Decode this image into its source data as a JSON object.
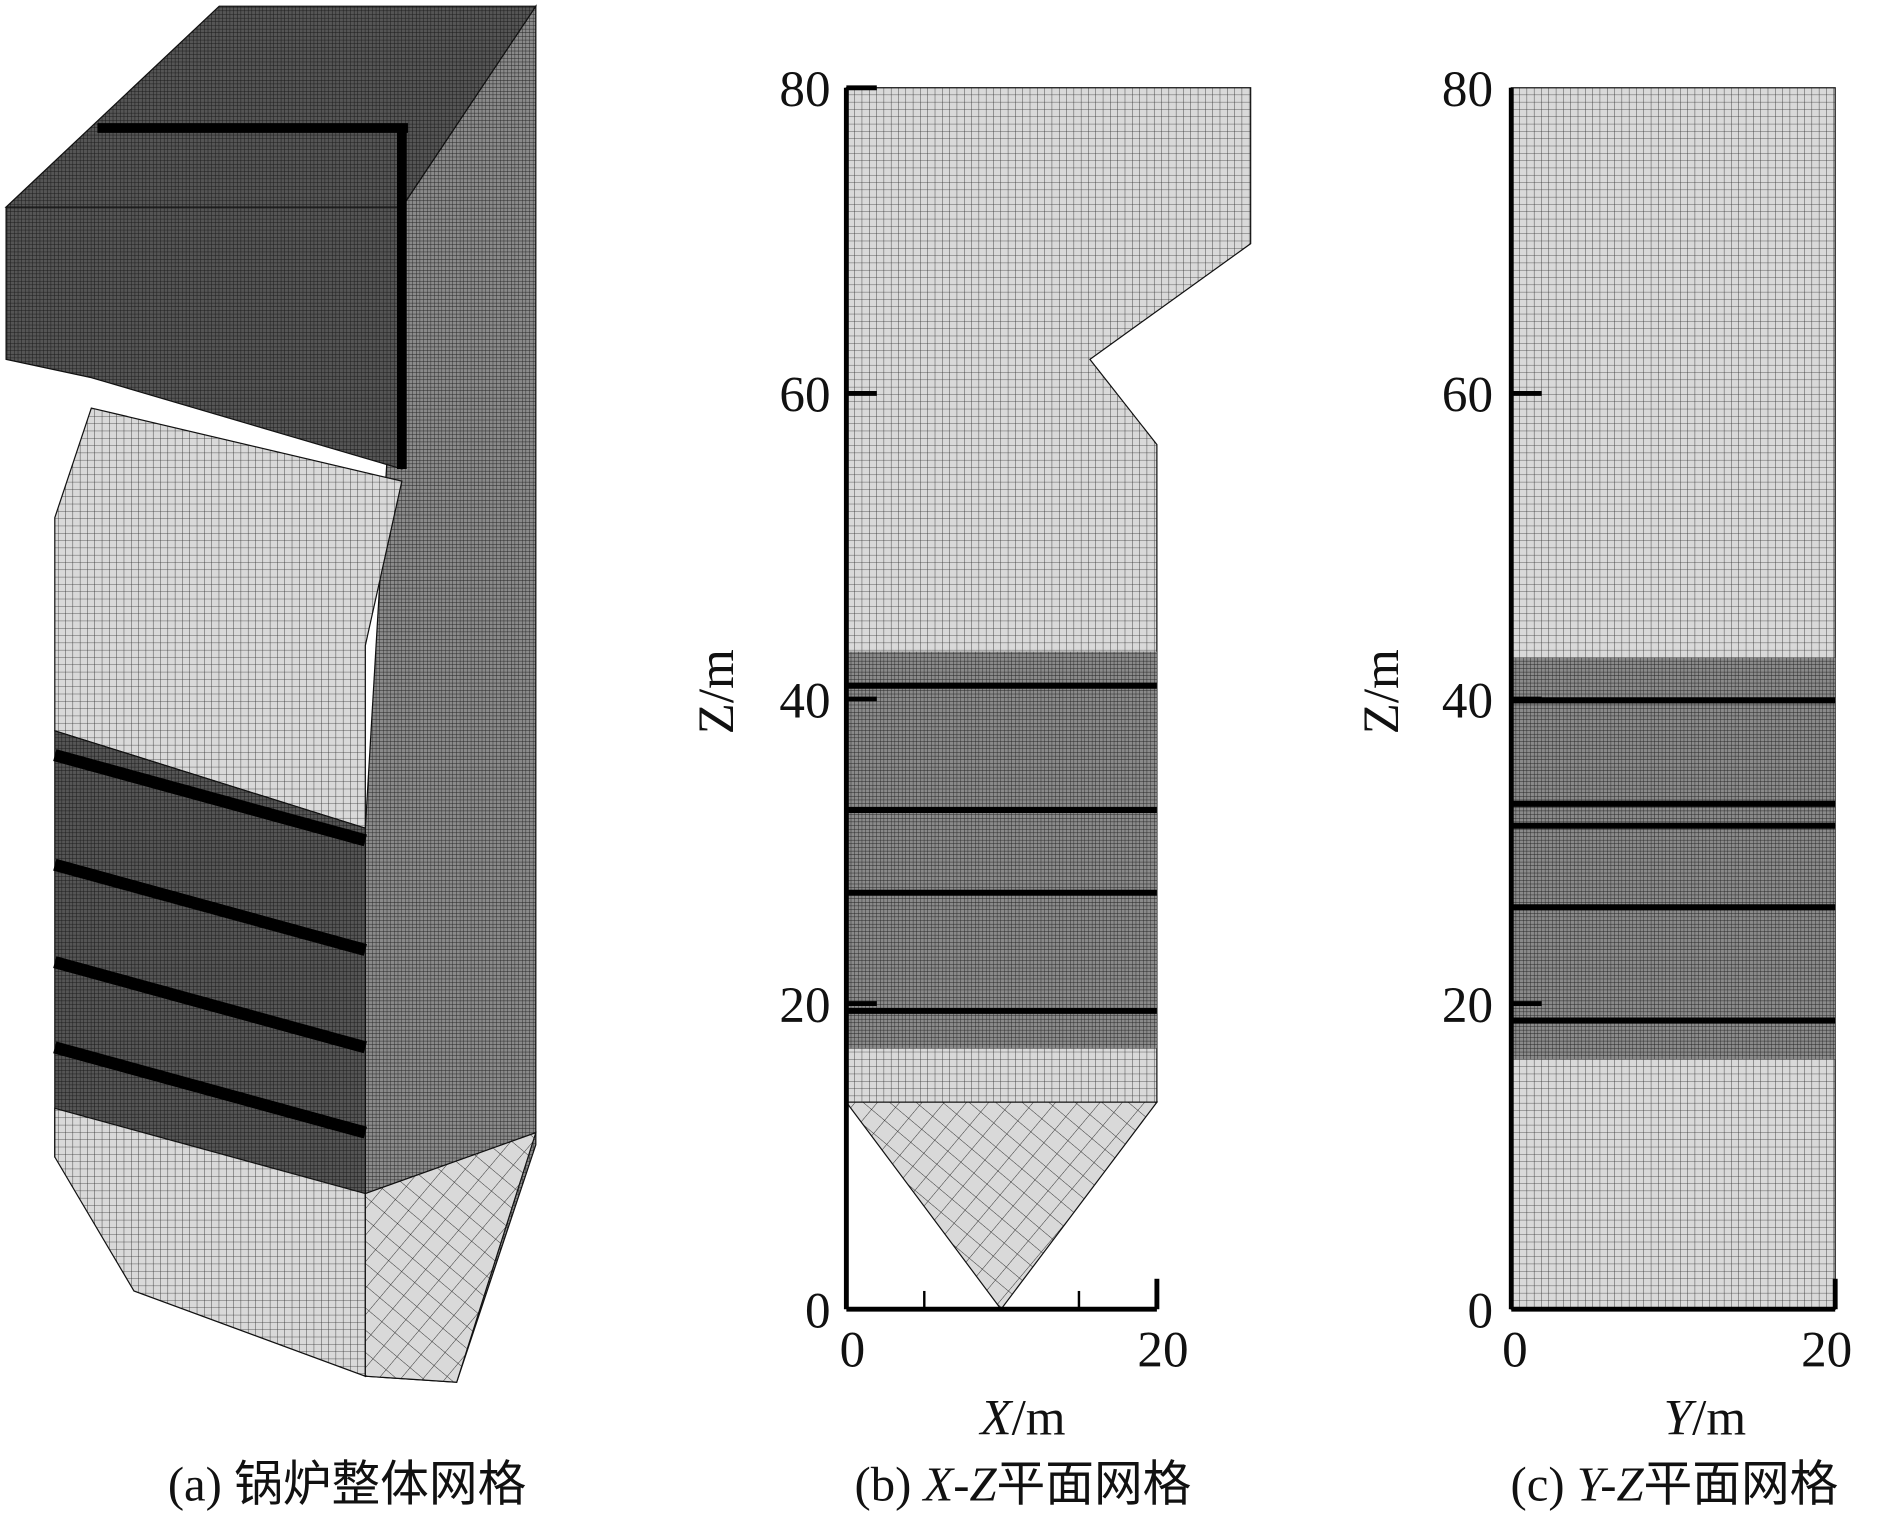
{
  "panel_a": {
    "caption_prefix": "(a)",
    "caption_text": "锅炉整体网格"
  },
  "panel_b": {
    "caption_prefix": "(b)",
    "caption_italic": "X-Z",
    "caption_text": "平面网格",
    "x_label_var": "X",
    "x_label_unit": "/m",
    "y_label": "Z/m",
    "x_ticks": [
      "0",
      "20"
    ],
    "z_ticks": [
      "0",
      "20",
      "40",
      "60",
      "80"
    ]
  },
  "panel_c": {
    "caption_prefix": "(c)",
    "caption_italic": "Y-Z",
    "caption_text": "平面网格",
    "x_label_var": "Y",
    "x_label_unit": "/m",
    "y_label": "Z/m",
    "x_ticks": [
      "0",
      "20"
    ],
    "z_ticks": [
      "0",
      "20",
      "40",
      "60",
      "80"
    ]
  },
  "colors": {
    "mesh_fill": "#d9d9d9",
    "mesh_line": "#2a2a2a",
    "dense": "#3a3a3a"
  }
}
